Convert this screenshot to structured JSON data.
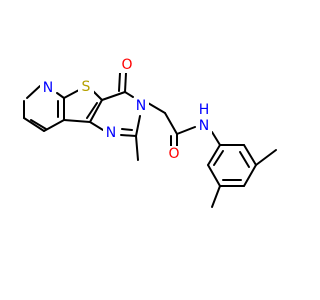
{
  "molecule": {
    "colors": {
      "carbon_bond": "#000000",
      "nitrogen": "#0000FF",
      "oxygen": "#FF0000",
      "sulfur": "#B5A000",
      "background": "#FFFFFF"
    },
    "atoms": [
      {
        "id": "n_pyridine",
        "symbol": "N",
        "color": "nitrogen"
      },
      {
        "id": "s_thiophene",
        "symbol": "S",
        "color": "sulfur"
      },
      {
        "id": "o_ketone",
        "symbol": "O",
        "color": "oxygen"
      },
      {
        "id": "n_ring",
        "symbol": "N",
        "color": "nitrogen"
      },
      {
        "id": "n_pyrimidine",
        "symbol": "N",
        "color": "nitrogen"
      },
      {
        "id": "o_amide",
        "symbol": "O",
        "color": "oxygen"
      },
      {
        "id": "n_amide",
        "symbol": "N",
        "color": "nitrogen"
      },
      {
        "id": "h_amide",
        "symbol": "H",
        "color": "nitrogen"
      }
    ]
  }
}
